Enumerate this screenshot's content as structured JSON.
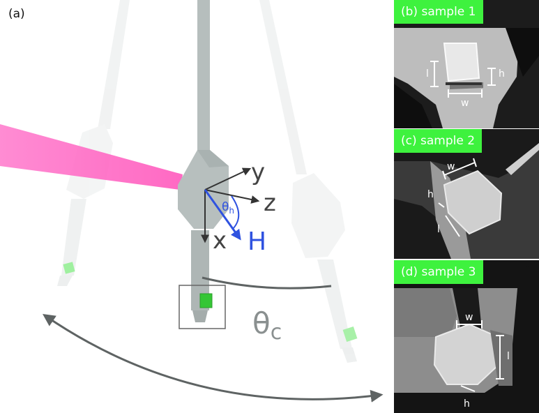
{
  "figure": {
    "panel_label": "(a)",
    "axes": {
      "x": "x",
      "y": "y",
      "z": "z"
    },
    "field_label": "H",
    "theta_h_symbol": "θ",
    "theta_h_sub": "h",
    "theta_c_symbol": "θ",
    "theta_c_sub": "c"
  },
  "panels": [
    {
      "title": "(b) sample 1",
      "dims": {
        "l": "l",
        "h": "h",
        "w": "w"
      }
    },
    {
      "title": "(c) sample 2",
      "dims": {
        "l": "l",
        "h": "h",
        "w": "w"
      }
    },
    {
      "title": "(d) sample 3",
      "dims": {
        "l": "l",
        "h": "h",
        "w": "w"
      }
    }
  ],
  "colors": {
    "beam": "#ff66c4",
    "field": "#2f52e0",
    "tag": "#3ef23e",
    "sample": "#38c538",
    "cantilever": "#aab3b2",
    "arc": "#5e6363"
  }
}
